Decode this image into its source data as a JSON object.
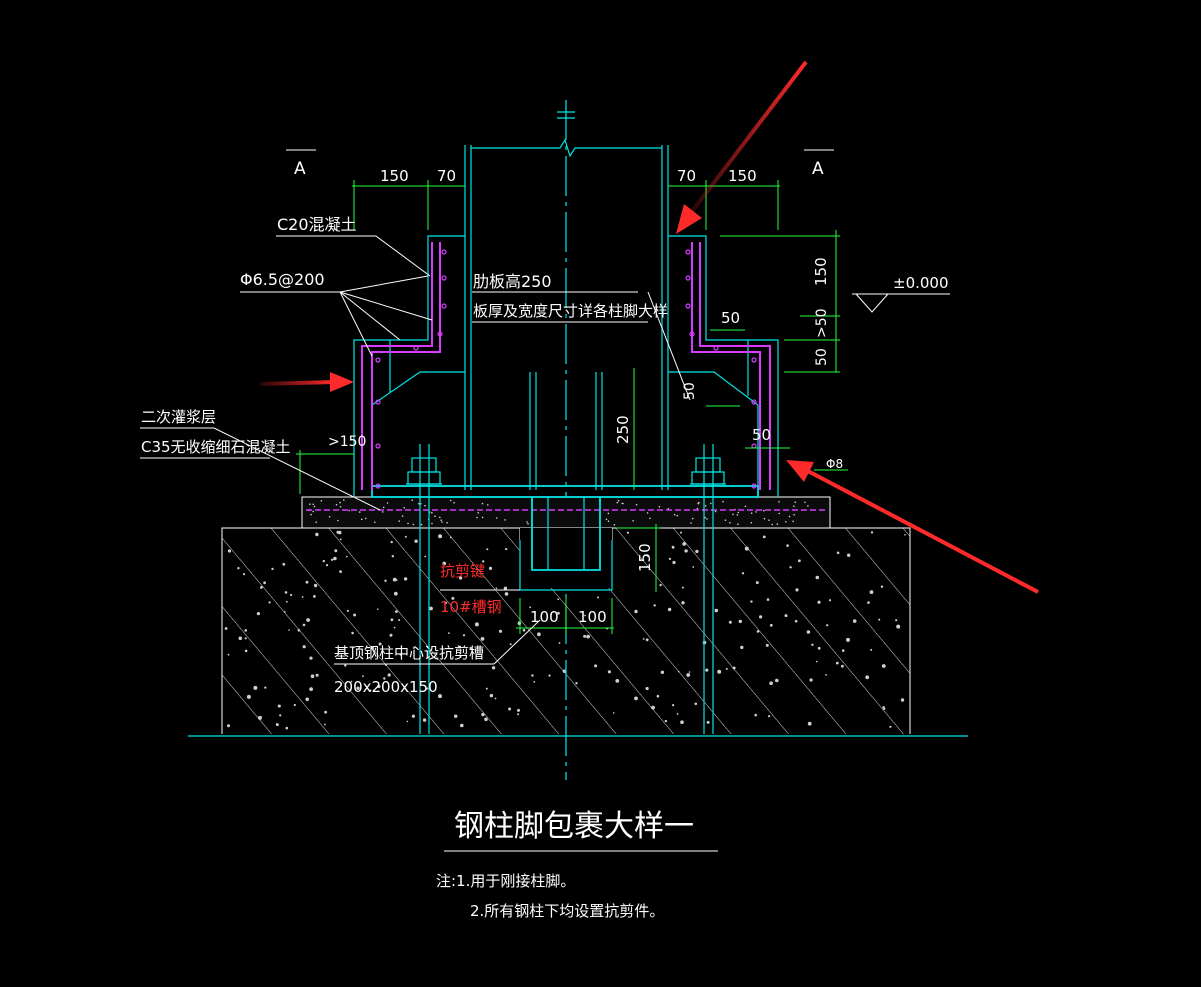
{
  "section_labels": {
    "left": "A",
    "right": "A"
  },
  "dimensions": {
    "top_left_150": "150",
    "top_left_70": "70",
    "top_right_70": "70",
    "top_right_150": "150",
    "right_150": "150",
    "right_50_a": "50",
    "right_50_b": "50",
    "right_ge50": ">50",
    "rib_50": "50",
    "rib_250": "250",
    "side_50": "50",
    "left_ge150": ">150",
    "bottom_100_a": "100",
    "bottom_100_b": "100",
    "groove_150": "150",
    "phi8": "Φ8"
  },
  "elevation": "±0.000",
  "labels": {
    "c20": "C20混凝土",
    "rebar": "Φ6.5@200",
    "rib_height": "肋板高250",
    "plate_note": "板厚及宽度尺寸详各柱脚大样",
    "grout_layer": "二次灌浆层",
    "grout_concrete": "C35无收缩细石混凝土",
    "shear_key": "抗剪键",
    "channel": "10#槽钢",
    "groove_note": "基顶钢柱中心设抗剪槽",
    "groove_size": "200x200x150"
  },
  "title": "钢柱脚包裹大样一",
  "notes": {
    "line1": "注:1.用于刚接柱脚。",
    "line2": "2.所有钢柱下均设置抗剪件。"
  },
  "colors": {
    "background": "#000000",
    "structure": "#00e5e5",
    "dimension": "#1fff3f",
    "rebar": "#d63bff",
    "annotation_arrow": "#ff2a2a",
    "text": "#ffffff"
  }
}
